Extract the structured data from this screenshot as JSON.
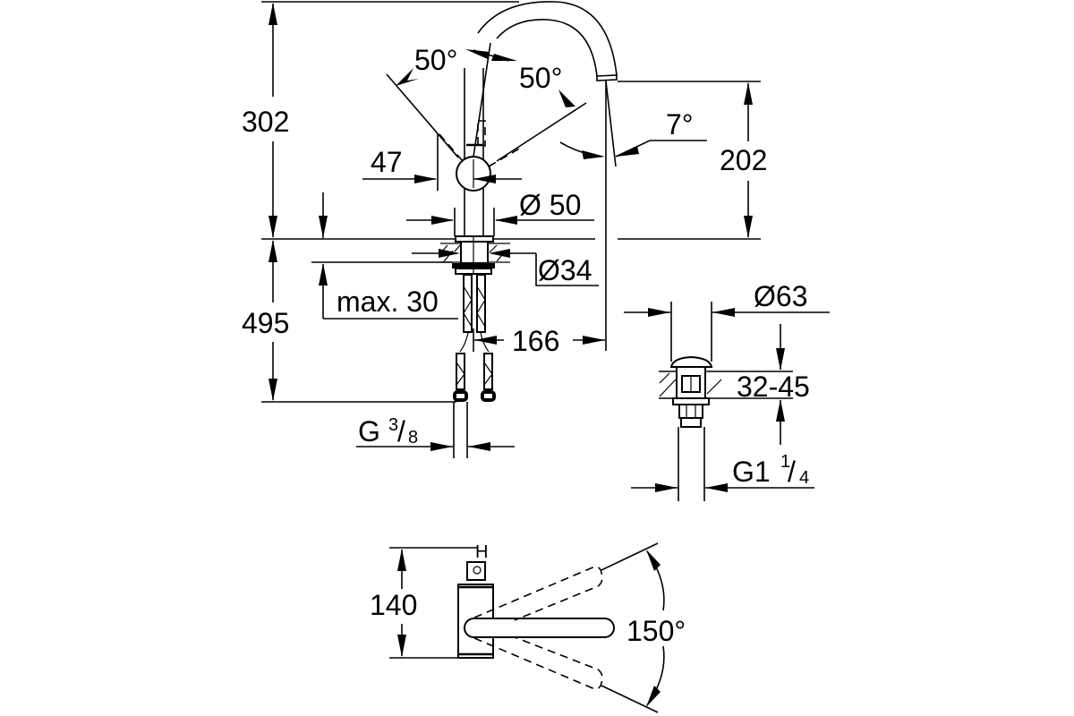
{
  "drawing": {
    "title": "Basin mixer dimension drawing",
    "colors": {
      "line": "#000000",
      "background": "#ffffff"
    },
    "side_view": {
      "total_height": "302",
      "spout_height": "202",
      "lever_angle_left": "50°",
      "lever_angle_right": "50°",
      "spout_tilt_angle": "7°",
      "lever_offset": "47",
      "body_diameter": "Ø 50",
      "hole_diameter": "Ø34",
      "hose_length": "495",
      "max_deck_thickness": "max. 30",
      "spout_reach": "166",
      "connection_thread": {
        "main": "G",
        "num": "3",
        "sep": "/",
        "den": "8"
      }
    },
    "waste_valve": {
      "diameter": "Ø63",
      "deck_range": "32-45",
      "thread": {
        "main": "G1",
        "num": "1",
        "sep": "/",
        "den": "4"
      }
    },
    "top_view": {
      "depth": "140",
      "swivel_angle": "150°"
    }
  }
}
